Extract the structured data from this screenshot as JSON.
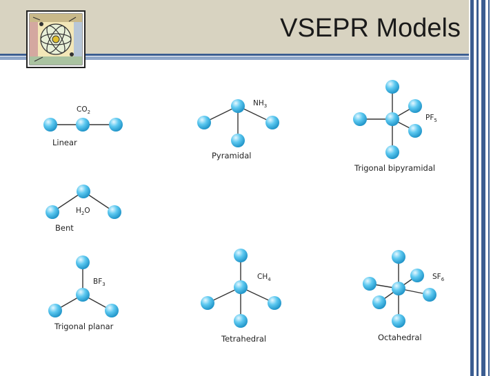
{
  "title": "VSEPR Models",
  "colors": {
    "header_band": "#d8d3c1",
    "accent_blue": "#3b5d91",
    "atom_fill": "#29b0e6",
    "atom_highlight": "#d8f3ff",
    "bond": "#333333"
  },
  "icons": {
    "logo": "atom-collage-logo"
  },
  "molecules": [
    {
      "formula": "CO",
      "subscript": "2",
      "shape": "Linear"
    },
    {
      "formula": "NH",
      "subscript": "3",
      "shape": "Pyramidal"
    },
    {
      "formula": "PF",
      "subscript": "5",
      "shape": "Trigonal bipyramidal"
    },
    {
      "formula_prefix": "H",
      "subscript": "2",
      "formula_suffix": "O",
      "shape": "Bent"
    },
    {
      "formula": "BF",
      "subscript": "3",
      "shape": "Trigonal planar"
    },
    {
      "formula": "CH",
      "subscript": "4",
      "shape": "Tetrahedral"
    },
    {
      "formula": "SF",
      "subscript": "6",
      "shape": "Octahedral"
    }
  ]
}
